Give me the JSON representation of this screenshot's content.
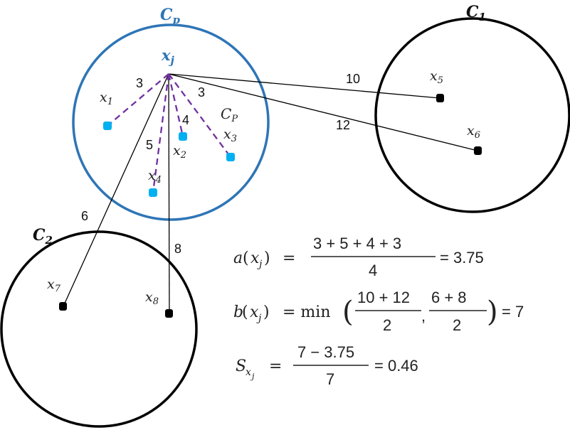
{
  "clusters": {
    "cp_top_label": "C",
    "cp_top_sub": "p",
    "cp_inner_label": "C",
    "cp_inner_sub": "P",
    "c1_label": "C",
    "c1_sub": "1",
    "c2_label": "C",
    "c2_sub": "2"
  },
  "points": {
    "xj": {
      "base": "x",
      "sub": "j"
    },
    "x1": {
      "base": "x",
      "sub": "1"
    },
    "x2": {
      "base": "x",
      "sub": "2"
    },
    "x3": {
      "base": "x",
      "sub": "3"
    },
    "x4": {
      "base": "x",
      "sub": "4"
    },
    "x5": {
      "base": "x",
      "sub": "5"
    },
    "x6": {
      "base": "x",
      "sub": "6"
    },
    "x7": {
      "base": "x",
      "sub": "7"
    },
    "x8": {
      "base": "x",
      "sub": "8"
    }
  },
  "distances": {
    "d1": "3",
    "d2": "4",
    "d3": "3",
    "d4": "5",
    "d5": "10",
    "d6": "12",
    "d7": "6",
    "d8": "8"
  },
  "formulas": {
    "a_lhs": "a",
    "a_arg": "x",
    "a_arg_sub": "j",
    "a_eq": "=",
    "a_num": "3 + 5 + 4 + 3",
    "a_den": "4",
    "a_result": "= 3.75",
    "b_lhs": "b",
    "b_arg": "x",
    "b_arg_sub": "j",
    "b_eq": "= min",
    "b_num1": "10 + 12",
    "b_den1": "2",
    "b_comma": ",",
    "b_num2": "6 + 8",
    "b_den2": "2",
    "b_result": "= 7",
    "s_lhs": "S",
    "s_sub": "x",
    "s_subsub": "j",
    "s_eq": "=",
    "s_num": "7 − 3.75",
    "s_den": "7",
    "s_result": "= 0.46"
  },
  "colors": {
    "cluster_p": "#2e75b6",
    "point_p": "#00b0f0",
    "dashed": "#7030a0",
    "black": "#000000"
  }
}
